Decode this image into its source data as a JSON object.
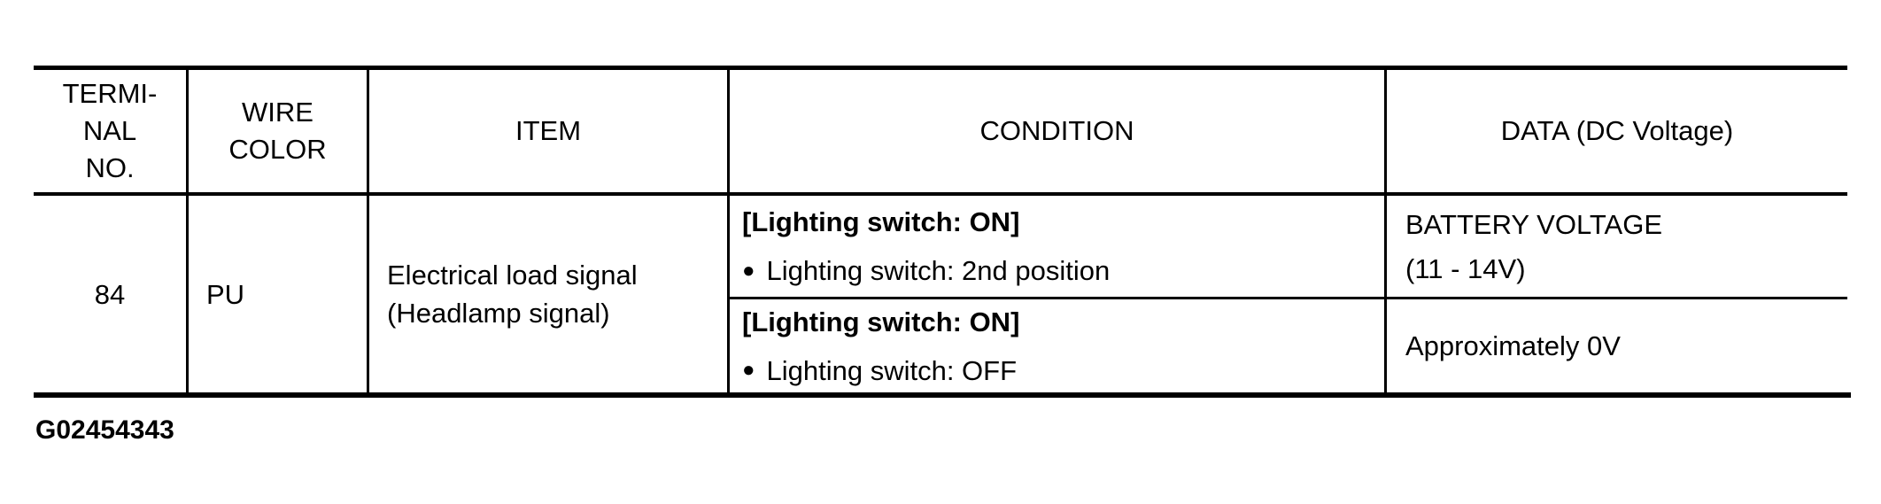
{
  "colors": {
    "ink": "#000000",
    "paper": "#ffffff"
  },
  "bullet_char": "●",
  "figure_id": "G02454343",
  "table": {
    "columns": {
      "terminal": {
        "header_lines": [
          "TERMI-",
          "NAL",
          "NO."
        ]
      },
      "wire": {
        "header_lines": [
          "WIRE",
          "COLOR"
        ]
      },
      "item": {
        "header": "ITEM"
      },
      "condition": {
        "header": "CONDITION"
      },
      "data": {
        "header": "DATA (DC Voltage)"
      }
    },
    "row": {
      "terminal_no": "84",
      "wire_color": "PU",
      "item_lines": [
        "Electrical load signal",
        "(Headlamp signal)"
      ],
      "sub_rows": [
        {
          "condition_header": "[Lighting switch: ON]",
          "condition_bullet": "Lighting switch: 2nd position",
          "data_lines": [
            "BATTERY VOLTAGE",
            "(11 - 14V)"
          ]
        },
        {
          "condition_header": "[Lighting switch: ON]",
          "condition_bullet": "Lighting switch: OFF",
          "data_lines": [
            "Approximately 0V"
          ]
        }
      ]
    }
  }
}
